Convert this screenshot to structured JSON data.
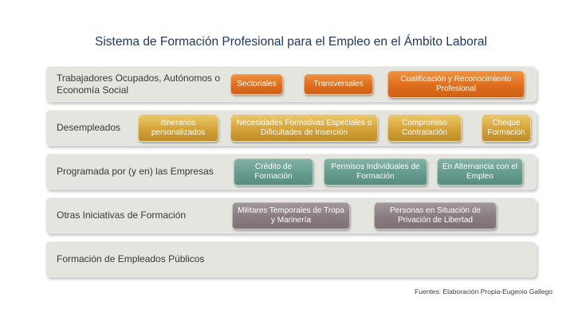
{
  "title": "Sistema de Formación Profesional para el Empleo en el Ámbito Laboral",
  "footer": "Fuentes: Elaboración Propia-Eugenio Gallego",
  "colors": {
    "title_text": "#1F3864",
    "row_background": "#E4E5DE",
    "orange_pill": "#E0701E",
    "gold_pill": "#D3A136",
    "teal_pill": "#649B8D",
    "taupe_pill": "#887C80",
    "pill_text": "#FFFFFF"
  },
  "rows": [
    {
      "label": "Trabajadores Ocupados, Autónomos o Economía Social",
      "color": "orange",
      "items": [
        "Sectoriales",
        "Transversales",
        "Cualificación y Reconocimiento Profesional"
      ]
    },
    {
      "label": "Desempleados",
      "color": "gold",
      "items": [
        "Itinerarios personalizados",
        "Necesidades Formativas Especiales o Dificultades de Inserción",
        "Compromiso Contratación",
        "Cheque Formación"
      ]
    },
    {
      "label": "Programada por (y en) las Empresas",
      "color": "teal",
      "items": [
        "Crédito de Formación",
        "Permisos Individuales de Formación",
        "En Alternancia con el Empleo"
      ]
    },
    {
      "label": "Otras Iniciativas de Formación",
      "color": "taupe",
      "items": [
        "Militares Temporales de Tropa y Marinería",
        "Personas en Situación de Privación de Libertad"
      ]
    },
    {
      "label": "Formación de Empleados Públicos",
      "color": null,
      "items": []
    }
  ]
}
